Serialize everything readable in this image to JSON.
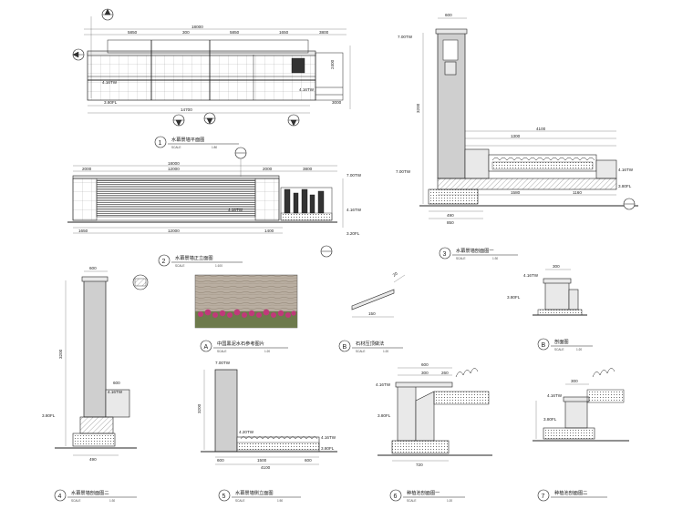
{
  "views": {
    "v1": {
      "num": "1",
      "title": "水幕景墙平面图",
      "scale": "SCALE",
      "ratio": "1:80"
    },
    "v2": {
      "num": "2",
      "title": "水幕景墙正立面图",
      "scale": "SCALE",
      "ratio": "1:100"
    },
    "v3": {
      "num": "3",
      "title": "水幕景墙剖面图一",
      "scale": "SCALE",
      "ratio": "1:30"
    },
    "v4": {
      "num": "4",
      "title": "水幕景墙剖面图二",
      "scale": "SCALE",
      "ratio": "1:30"
    },
    "v5": {
      "num": "5",
      "title": "水幕景墙侧立面图",
      "scale": "SCALE",
      "ratio": "1:50"
    },
    "v6": {
      "num": "6",
      "title": "种植池剖面图一",
      "scale": "SCALE",
      "ratio": "1:20"
    },
    "v7": {
      "num": "7",
      "title": "种植池剖面图二",
      "scale": "",
      "ratio": ""
    },
    "vA": {
      "num": "A",
      "title": "中国黑泥水石参考图片",
      "scale": "SCALE",
      "ratio": "1:20"
    },
    "vB1": {
      "num": "B",
      "title": "石材压顶做法",
      "scale": "SCALE",
      "ratio": "1:20"
    },
    "vB2": {
      "num": "B",
      "title": "剖面图",
      "scale": "SCALE",
      "ratio": "1:20"
    }
  },
  "plan_dims": {
    "total": "18000",
    "d5850a": "5850",
    "d300": "300",
    "d5850b": "5850",
    "d1650": "1650",
    "d3800": "3800",
    "d14700": "14700",
    "d2400": "2400",
    "d3000": "3000",
    "el1": "4.16TW",
    "el2": "3.80FL"
  },
  "elev_dims": {
    "total": "18000",
    "d2000a": "2000",
    "d12000": "12000",
    "d2000b": "2000",
    "d3800": "3800",
    "d12000b": "12000",
    "d1650": "1650",
    "d1400": "1400",
    "el_top": "7.00TW",
    "el_mid": "4.16TW",
    "el_fl": "3.20FL"
  },
  "sec1_dims": {
    "top": "600",
    "w4100": "4100",
    "d1300": "1300",
    "d1580": "1580",
    "d1160": "1160",
    "d490": "490",
    "d850": "850",
    "d3200": "3200",
    "el_top": "7.00TW",
    "el_mid": "7.00TW",
    "el_r": "4.16TW",
    "el_fl": "3.80FL"
  },
  "sec2_dims": {
    "top": "600",
    "h3200": "3200",
    "d600": "600",
    "d490": "490",
    "el_mid": "4.16TW",
    "el_fl": "3.80FL"
  },
  "side_dims": {
    "el_top": "7.00TW",
    "d3200": "3200",
    "d1500": "1500",
    "d600a": "600",
    "d600b": "600",
    "total": "4100",
    "el_mid": "4.20TW",
    "el_r": "4.16TW",
    "el_fl": "3.80FL"
  },
  "plant1_dims": {
    "top": "600",
    "d300": "300",
    "d260": "260",
    "d720": "720",
    "el_top": "4.16TW",
    "el_fl": "3.80FL"
  },
  "plant2_dims": {
    "d300": "300",
    "el_top": "4.16TW",
    "el_fl": "3.80FL"
  },
  "coping_dims": {
    "d150": "150",
    "d20": "20"
  },
  "sectB_dims": {
    "d300": "300",
    "el_top": "4.16TW",
    "el_fl": "3.80FL"
  },
  "colors": {
    "stone": "#cfcfcf",
    "flowers": "#c0397a",
    "wall_photo": "#b9aea1"
  }
}
